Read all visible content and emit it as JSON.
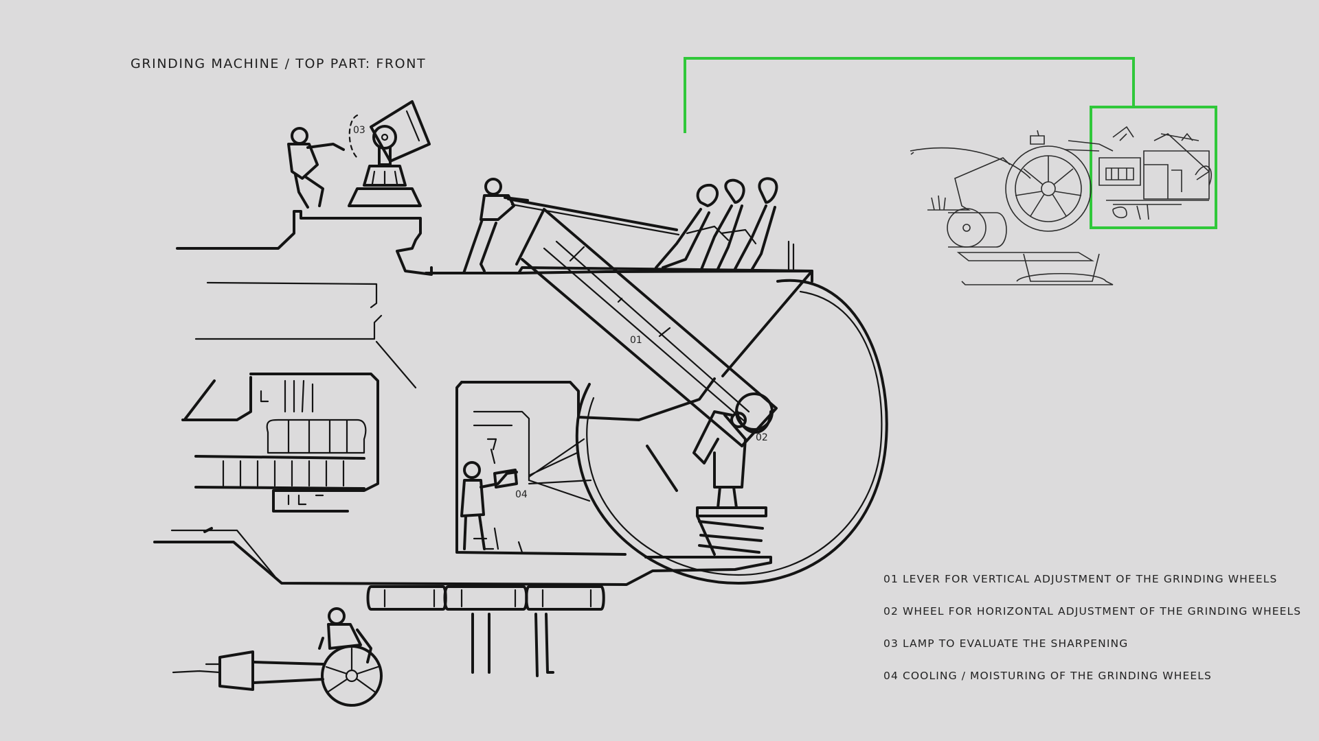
{
  "title": "GRINDING MACHINE / TOP PART: FRONT",
  "callouts": [
    {
      "id": "01"
    },
    {
      "id": "02"
    },
    {
      "id": "03"
    },
    {
      "id": "04"
    }
  ],
  "legend": [
    "01 LEVER FOR VERTICAL ADJUSTMENT OF THE GRINDING WHEELS",
    "02 WHEEL FOR HORIZONTAL ADJUSTMENT OF THE GRINDING WHEELS",
    "03 LAMP TO EVALUATE THE SHARPENING",
    "04 COOLING / MOISTURING OF THE GRINDING WHEELS"
  ],
  "colors": {
    "background": "#dcdbdc",
    "ink": "#141414",
    "highlight": "#30c83a"
  }
}
